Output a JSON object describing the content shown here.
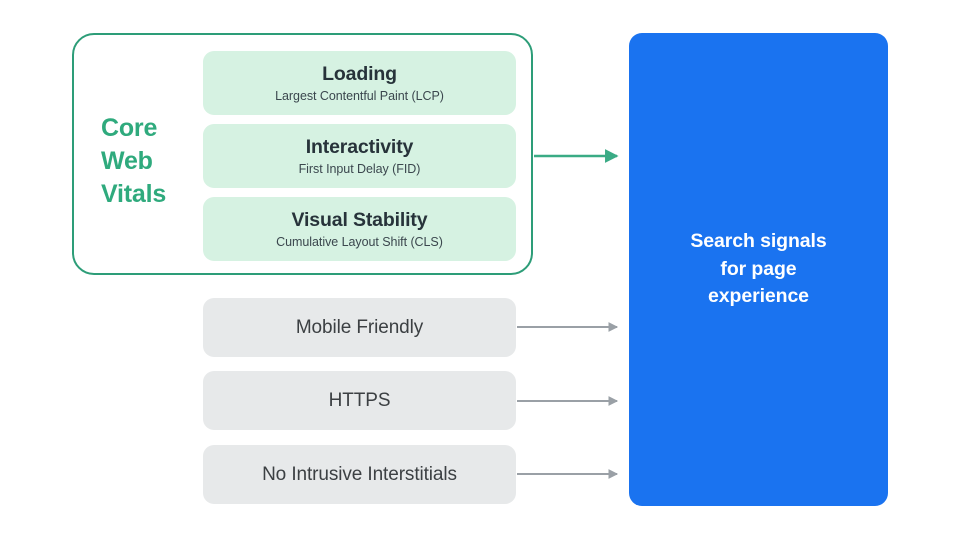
{
  "diagram": {
    "title_text": "Search signals for page experience diagram",
    "background": "#ffffff",
    "colors": {
      "group_border_green": "#2d9d78",
      "label_green": "#2faa7d",
      "pill_mint": "#d6f2e2",
      "gray_box": "#e7e9ea",
      "gray_text": "#3c4043",
      "blue_box": "#1a73f0",
      "blue_text": "#ffffff",
      "green_arrow": "#3aab85",
      "gray_arrow": "#9aa0a6",
      "vital_title_text": "#27333a",
      "vital_sub_text": "#3b474e"
    }
  },
  "core_web_vitals": {
    "group_label_lines": [
      "Core",
      "Web",
      "Vitals"
    ],
    "group_label_full": "Core Web Vitals",
    "vitals": [
      {
        "title": "Loading",
        "subtitle": "Largest Contentful Paint (LCP)",
        "metric_abbr": "LCP"
      },
      {
        "title": "Interactivity",
        "subtitle": "First Input Delay (FID)",
        "metric_abbr": "FID"
      },
      {
        "title": "Visual Stability",
        "subtitle": "Cumulative Layout Shift (CLS)",
        "metric_abbr": "CLS"
      }
    ]
  },
  "other_signals": [
    {
      "label": "Mobile Friendly"
    },
    {
      "label": "HTTPS"
    },
    {
      "label": "No Intrusive Interstitials"
    }
  ],
  "destination": {
    "label": "Search signals\nfor page\nexperience",
    "line1": "Search signals",
    "line2": "for page",
    "line3": "experience"
  },
  "arrows": [
    {
      "name": "core-web-vitals-arrow",
      "color": "#3aab85",
      "from": "core-web-vitals-group",
      "to": "search-signals-box"
    },
    {
      "name": "mobile-friendly-arrow",
      "color": "#9aa0a6",
      "from": "mobile-friendly-box",
      "to": "search-signals-box"
    },
    {
      "name": "https-arrow",
      "color": "#9aa0a6",
      "from": "https-box",
      "to": "search-signals-box"
    },
    {
      "name": "no-intrusive-interstitials-arrow",
      "color": "#9aa0a6",
      "from": "no-intrusive-interstitials-box",
      "to": "search-signals-box"
    }
  ]
}
